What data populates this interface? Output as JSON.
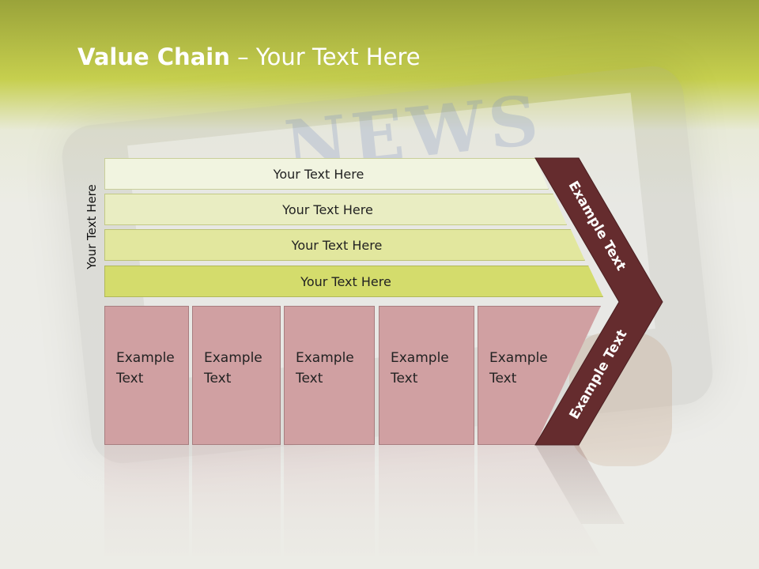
{
  "slide": {
    "title_bold": "Value Chain",
    "title_rest": " – Your Text Here",
    "vertical_label": "Your Text Here",
    "rows": [
      {
        "label": "Your Text Here"
      },
      {
        "label": "Your Text Here"
      },
      {
        "label": "Your Text Here"
      },
      {
        "label": "Your Text Here"
      }
    ],
    "boxes": [
      {
        "line1": "Example",
        "line2": "Text"
      },
      {
        "line1": "Example",
        "line2": "Text"
      },
      {
        "line1": "Example",
        "line2": "Text"
      },
      {
        "line1": "Example",
        "line2": "Text"
      },
      {
        "line1": "Example",
        "line2": "Text"
      }
    ],
    "chevron": {
      "upper_label": "Example Text",
      "lower_label": "Example Text",
      "color": "#652c2e"
    },
    "background_word": "NEWS",
    "colors": {
      "header": "#c6cf4e",
      "box": "#d0a0a2",
      "row_dark": "#d4dc6c"
    }
  }
}
